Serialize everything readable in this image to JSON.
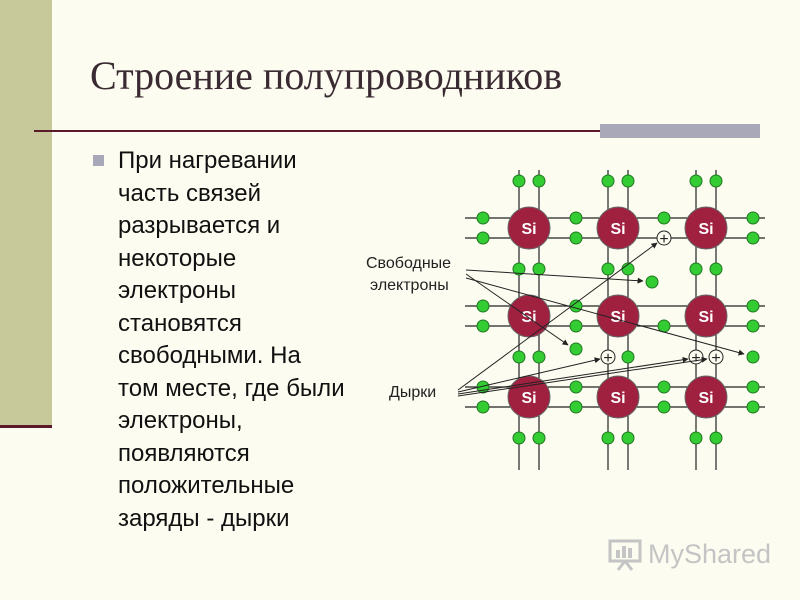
{
  "slide": {
    "title": "Строение полупроводников",
    "bullet_text": "При нагревании часть связей разрывается и некоторые электроны становятся свободными. На том месте, где были электроны, появляются положительные заряды - дырки"
  },
  "diagram": {
    "atom_label": "Si",
    "hole_symbol": "+",
    "label_free_electrons_line1": "Свободные",
    "label_free_electrons_line2": "электроны",
    "label_holes": "Дырки",
    "colors": {
      "atom_fill": "#a02040",
      "electron_fill": "#33cc33",
      "line": "#222222"
    }
  },
  "watermark": {
    "text": "MyShared"
  }
}
